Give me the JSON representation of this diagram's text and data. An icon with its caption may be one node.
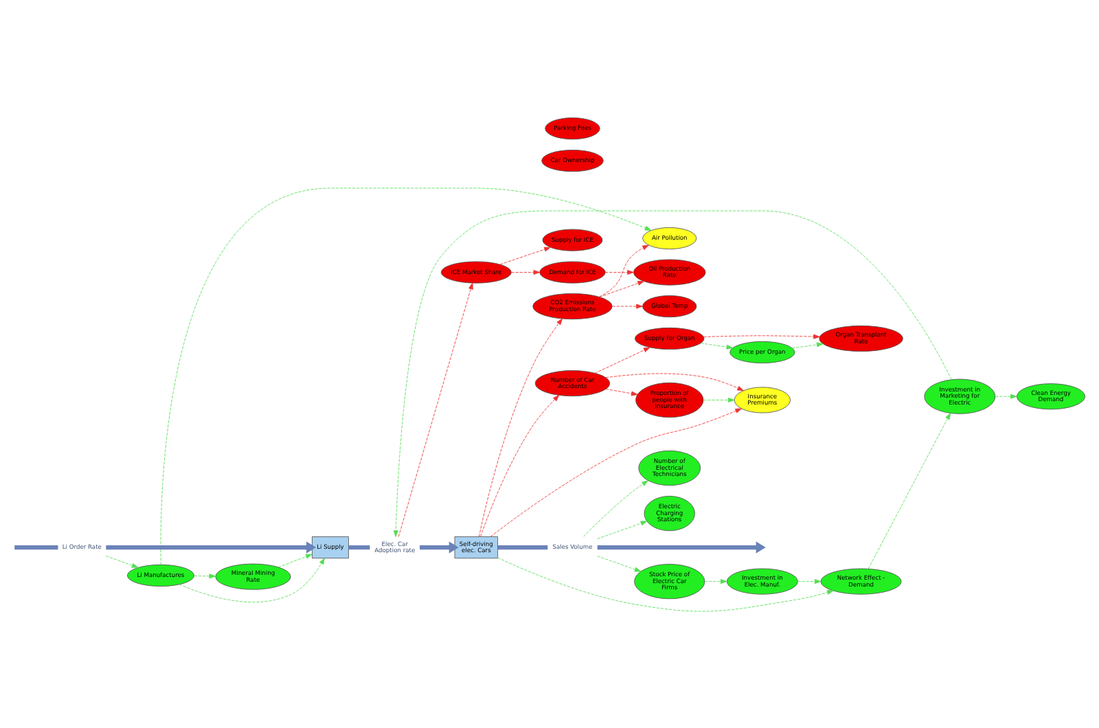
{
  "diagram": {
    "nodes": [
      {
        "text": [
          "Mineral Mining Rate"
        ]
      },
      {
        "text": [
          "Supply for ICE"
        ]
      },
      {
        "text": [
          "Demand for ICE"
        ]
      },
      {
        "text": [
          "Global Temp"
        ]
      },
      {
        "text": [
          "Air Pollution"
        ]
      },
      {
        "text": [
          "Li Manufactures"
        ]
      },
      {
        "text": [
          "Number of Electrical Technicians"
        ]
      },
      {
        "text": [
          "ICE Market Share"
        ]
      },
      {
        "text": [
          "Oil Production Rate"
        ]
      },
      {
        "text": [
          "CO2 Emissions Production Rate"
        ]
      },
      {
        "text": [
          "Electric Charging Stations"
        ]
      },
      {
        "text": [
          "Li Order Rate"
        ]
      },
      {
        "text": [
          "Li Supply"
        ]
      },
      {
        "text": [
          "Elec. Car Adoption rate"
        ]
      },
      {
        "text": [
          "Self-driving elec. Cars"
        ]
      },
      {
        "text": [
          "Sales Volume"
        ]
      },
      {
        "text": [
          "Stock Price of Electric Car Firms"
        ]
      },
      {
        "text": [
          "Investment in Marketing for Electric"
        ]
      },
      {
        "text": [
          "Network Effect - Demand"
        ]
      },
      {
        "text": [
          "Investment in Elec. Manuf."
        ]
      },
      {
        "text": [
          "Clean Energy Demand"
        ]
      },
      {
        "text": [
          "Proportion of people with Insurance"
        ]
      },
      {
        "text": [
          "Car Ownership"
        ]
      },
      {
        "text": [
          "Parking Fees"
        ]
      },
      {
        "text": [
          "Insurance Premiums"
        ]
      },
      {
        "text": [
          "Number of Car Accidents"
        ]
      },
      {
        "text": [
          "Supply for Organ"
        ]
      },
      {
        "text": [
          "Organ Transplant Rate"
        ]
      },
      {
        "text": [
          "Price per Organ"
        ]
      }
    ],
    "edges": [
      {
        "from": null,
        "to": 11,
        "arrow": "none",
        "style": "thick",
        "color": "#6a83b8"
      },
      {
        "from": 11,
        "to": 12,
        "arrow": "to",
        "style": "thick",
        "color": "#6a83b8"
      },
      {
        "from": 12,
        "to": 13,
        "arrow": "none",
        "style": "thick",
        "color": "#6a83b8"
      },
      {
        "from": 13,
        "to": 14,
        "arrow": "to",
        "style": "thick",
        "color": "#6a83b8"
      },
      {
        "from": 14,
        "to": 15,
        "arrow": "none",
        "style": "thick",
        "color": "#6a83b8"
      },
      {
        "from": 15,
        "to": null,
        "arrow": "to",
        "style": "thick",
        "color": "#6a83b8"
      },
      {
        "from": 11,
        "to": 5,
        "arrow": "to",
        "style": "dashed"
      },
      {
        "from": 5,
        "to": 0,
        "arrow": "to",
        "style": "dashed"
      },
      {
        "from": 0,
        "to": 12,
        "arrow": "to",
        "style": "dashed"
      },
      {
        "from": 5,
        "to": 12,
        "arrow": "to",
        "style": "dashed"
      },
      {
        "from": 5,
        "to": 4,
        "arrow": "to",
        "style": "dashed"
      },
      {
        "from": 7,
        "to": 1,
        "arrow": "to",
        "style": "dashed",
        "color": "#ee3333"
      },
      {
        "from": 7,
        "to": 2,
        "arrow": "to",
        "style": "dashed",
        "color": "#ee3333"
      },
      {
        "from": 2,
        "to": 8,
        "arrow": "to",
        "style": "dashed",
        "color": "#ee3333"
      },
      {
        "from": 13,
        "to": 7,
        "arrow": "to",
        "style": "dashed",
        "color": "#ee3333"
      },
      {
        "from": 9,
        "to": 8,
        "arrow": "to",
        "style": "dashed",
        "color": "#ee3333"
      },
      {
        "from": 9,
        "to": 3,
        "arrow": "to",
        "style": "dashed",
        "color": "#ee3333"
      },
      {
        "from": 9,
        "to": 4,
        "arrow": "to",
        "style": "dashed",
        "color": "#ee3333"
      },
      {
        "from": 14,
        "to": 9,
        "arrow": "to",
        "style": "dashed",
        "color": "#ee3333"
      },
      {
        "from": 14,
        "to": 24,
        "arrow": "to",
        "style": "dashed",
        "color": "#ee3333"
      },
      {
        "from": 14,
        "to": 25,
        "arrow": "to",
        "style": "dashed",
        "color": "#ee3333"
      },
      {
        "from": 14,
        "to": 18,
        "arrow": "to",
        "style": "dashed"
      },
      {
        "from": 15,
        "to": 6,
        "arrow": "to",
        "style": "dashed"
      },
      {
        "from": 15,
        "to": 10,
        "arrow": "to",
        "style": "dashed"
      },
      {
        "from": 15,
        "to": 16,
        "arrow": "to",
        "style": "dashed"
      },
      {
        "from": 16,
        "to": 19,
        "arrow": "to",
        "style": "dashed"
      },
      {
        "from": 19,
        "to": 18,
        "arrow": "to",
        "style": "dashed"
      },
      {
        "from": 18,
        "to": 17,
        "arrow": "to",
        "style": "dashed"
      },
      {
        "from": 17,
        "to": 13,
        "arrow": "to",
        "style": "dashed"
      },
      {
        "from": 17,
        "to": 20,
        "arrow": "to",
        "style": "dashed"
      },
      {
        "from": 25,
        "to": 21,
        "arrow": "to",
        "style": "dashed",
        "color": "#ee3333"
      },
      {
        "from": 21,
        "to": 24,
        "arrow": "to",
        "style": "dashed"
      },
      {
        "from": 25,
        "to": 24,
        "arrow": "to",
        "style": "dashed",
        "color": "#ee3333"
      },
      {
        "from": 25,
        "to": 26,
        "arrow": "to",
        "style": "dashed",
        "color": "#ee3333"
      },
      {
        "from": 26,
        "to": 27,
        "arrow": "to",
        "style": "dashed",
        "color": "#ee3333"
      },
      {
        "from": 26,
        "to": 28,
        "arrow": "to",
        "style": "dashed"
      },
      {
        "from": 28,
        "to": 27,
        "arrow": "to",
        "style": "dashed"
      }
    ]
  }
}
